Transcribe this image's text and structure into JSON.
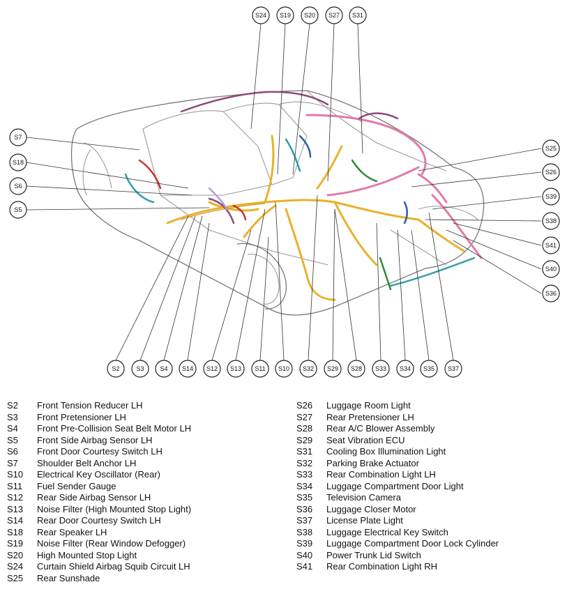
{
  "callouts": {
    "top": [
      "S24",
      "S19",
      "S20",
      "S27",
      "S31"
    ],
    "left": [
      "S7",
      "S18",
      "S6",
      "S5"
    ],
    "right": [
      "S25",
      "S26",
      "S39",
      "S38",
      "S41",
      "S40",
      "S36"
    ],
    "bottom": [
      "S2",
      "S3",
      "S4",
      "S14",
      "S12",
      "S13",
      "S11",
      "S10",
      "S32",
      "S29",
      "S28",
      "S33",
      "S34",
      "S35",
      "S37"
    ]
  },
  "legend_left": [
    {
      "code": "S2",
      "name": "Front Tension Reducer LH"
    },
    {
      "code": "S3",
      "name": "Front Pretensioner LH"
    },
    {
      "code": "S4",
      "name": "Front Pre-Collision Seat Belt Motor LH"
    },
    {
      "code": "S5",
      "name": "Front Side Airbag Sensor LH"
    },
    {
      "code": "S6",
      "name": "Front Door Courtesy Switch LH"
    },
    {
      "code": "S7",
      "name": "Shoulder Belt Anchor LH"
    },
    {
      "code": "S10",
      "name": "Electrical Key Oscillator (Rear)"
    },
    {
      "code": "S11",
      "name": "Fuel Sender Gauge"
    },
    {
      "code": "S12",
      "name": "Rear Side Airbag Sensor LH"
    },
    {
      "code": "S13",
      "name": "Noise Filter (High Mounted Stop Light)"
    },
    {
      "code": "S14",
      "name": "Rear Door Courtesy Switch LH"
    },
    {
      "code": "S18",
      "name": "Rear Speaker LH"
    },
    {
      "code": "S19",
      "name": "Noise Filter (Rear Window Defogger)"
    },
    {
      "code": "S20",
      "name": "High Mounted Stop Light"
    },
    {
      "code": "S24",
      "name": "Curtain Shield Airbag Squib Circuit LH"
    },
    {
      "code": "S25",
      "name": "Rear Sunshade"
    }
  ],
  "legend_right": [
    {
      "code": "S26",
      "name": "Luggage Room Light"
    },
    {
      "code": "S27",
      "name": "Rear Pretensioner LH"
    },
    {
      "code": "S28",
      "name": "Rear A/C Blower Assembly"
    },
    {
      "code": "S29",
      "name": "Seat Vibration ECU"
    },
    {
      "code": "S31",
      "name": "Cooling Box Illumination Light"
    },
    {
      "code": "S32",
      "name": "Parking Brake Actuator"
    },
    {
      "code": "S33",
      "name": "Rear Combination Light LH"
    },
    {
      "code": "S34",
      "name": "Luggage Compartment Door Light"
    },
    {
      "code": "S35",
      "name": "Television Camera"
    },
    {
      "code": "S36",
      "name": "Luggage Closer Motor"
    },
    {
      "code": "S37",
      "name": "License Plate Light"
    },
    {
      "code": "S38",
      "name": "Luggage Electrical Key Switch"
    },
    {
      "code": "S39",
      "name": "Luggage Compartment Door Lock Cylinder"
    },
    {
      "code": "S40",
      "name": "Power Trunk Lid Switch"
    },
    {
      "code": "S41",
      "name": "Rear Combination Light RH"
    }
  ],
  "colors": {
    "harness_yellow": "#e9b12a",
    "harness_pink": "#e27aa8",
    "harness_purple": "#8e4a7a",
    "harness_teal": "#2e9fa6",
    "harness_green": "#2f8a3a",
    "harness_red": "#c8342f",
    "harness_blue": "#2d5da8"
  }
}
